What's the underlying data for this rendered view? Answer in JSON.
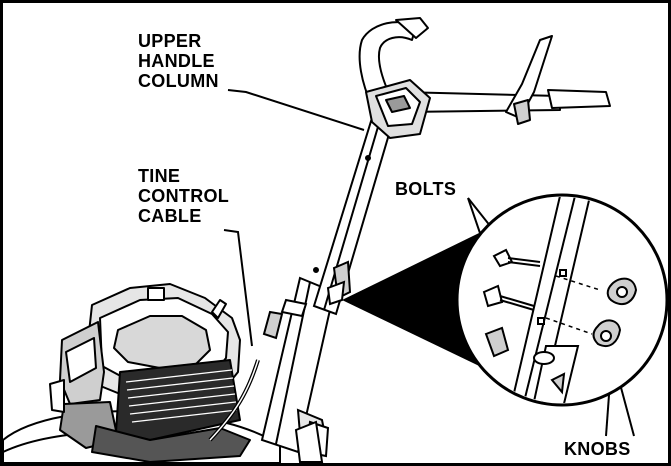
{
  "labels": {
    "upper_handle_column": [
      "UPPER",
      "HANDLE",
      "COLUMN"
    ],
    "tine_control_cable": [
      "TINE",
      "CONTROL",
      "CABLE"
    ],
    "bolts": "BOLTS",
    "knobs": "KNOBS"
  },
  "colors": {
    "line": "#000000",
    "background": "#ffffff",
    "part_fill": "#e6e6e6",
    "dark_fill": "#8a8a8a",
    "callout_fill": "#000000"
  }
}
